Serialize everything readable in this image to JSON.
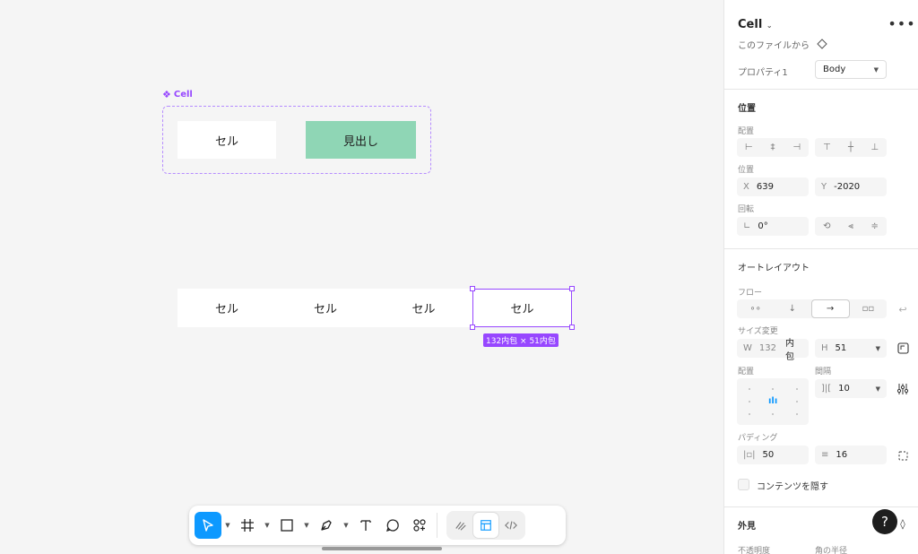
{
  "canvas": {
    "component_label": "Cell",
    "component_cells": [
      "セル",
      "見出し"
    ],
    "row_cells": [
      "セル",
      "セル",
      "セル",
      "セル"
    ],
    "dimension_badge": "132内包 × 51内包"
  },
  "panel": {
    "component_name": "Cell",
    "source_label": "このファイルから",
    "property_label": "プロパティ1",
    "property_value": "Body",
    "position_section": "位置",
    "align_label": "配置",
    "position_label": "位置",
    "x_prefix": "X",
    "x_value": "639",
    "y_prefix": "Y",
    "y_value": "-2020",
    "rotation_label": "回転",
    "rotation_value": "0°",
    "autolayout_section": "オートレイアウト",
    "flow_label": "フロー",
    "resize_label": "サイズ変更",
    "w_prefix": "W",
    "w_value": "132",
    "w_mode": "内包",
    "h_prefix": "H",
    "h_value": "51",
    "arrange_label": "配置",
    "gap_label": "間隔",
    "gap_value": "10",
    "padding_label": "パディング",
    "padding_h": "50",
    "padding_v": "16",
    "clip_label": "コンテンツを隠す",
    "appearance_section": "外見",
    "opacity_label": "不透明度",
    "radius_label": "角の半径"
  },
  "help": "?",
  "colors": {
    "accent": "#9747ff",
    "selection_blue": "#0d99ff",
    "heading_cell": "#8fd6b5"
  }
}
